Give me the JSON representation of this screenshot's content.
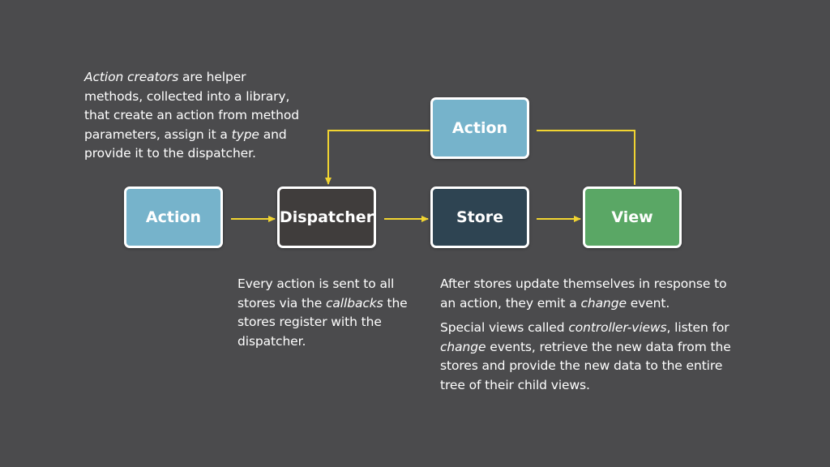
{
  "colors": {
    "background": "#4b4b4d",
    "connector": "#f1d431",
    "action": "#76b3cb",
    "dispatcher": "#403d3c",
    "store": "#2e4452",
    "view": "#5aa765",
    "node_border": "#ffffff"
  },
  "nodes": {
    "action_left": "Action",
    "dispatcher": "Dispatcher",
    "store": "Store",
    "view": "View",
    "action_top": "Action"
  },
  "notes": {
    "action_creators": {
      "l1_em": "Action creators",
      "l1_rest": " are helper",
      "l2": "methods, collected into a library,",
      "l3": "that create an action from method",
      "l4_a": "parameters, assign it a ",
      "l4_em": "type",
      "l4_b": " and",
      "l5": "provide it to the dispatcher."
    },
    "dispatcher": {
      "l1": "Every action is sent to all",
      "l2_a": "stores via the ",
      "l2_em": "callbacks",
      "l2_b": " the",
      "l3": "stores register with the",
      "l4": "dispatcher."
    },
    "store": {
      "p1_l1": "After stores update themselves in response to",
      "p1_l2_a": "an action, they emit a ",
      "p1_l2_em": "change",
      "p1_l2_b": " event.",
      "p2_l1_a": "Special views called ",
      "p2_l1_em": "controller-views",
      "p2_l1_b": ", listen for",
      "p2_l2_em": "change",
      "p2_l2_b": " events, retrieve the new data from the",
      "p2_l3": "stores and provide the new data to the entire",
      "p2_l4": "tree of their child views."
    }
  }
}
